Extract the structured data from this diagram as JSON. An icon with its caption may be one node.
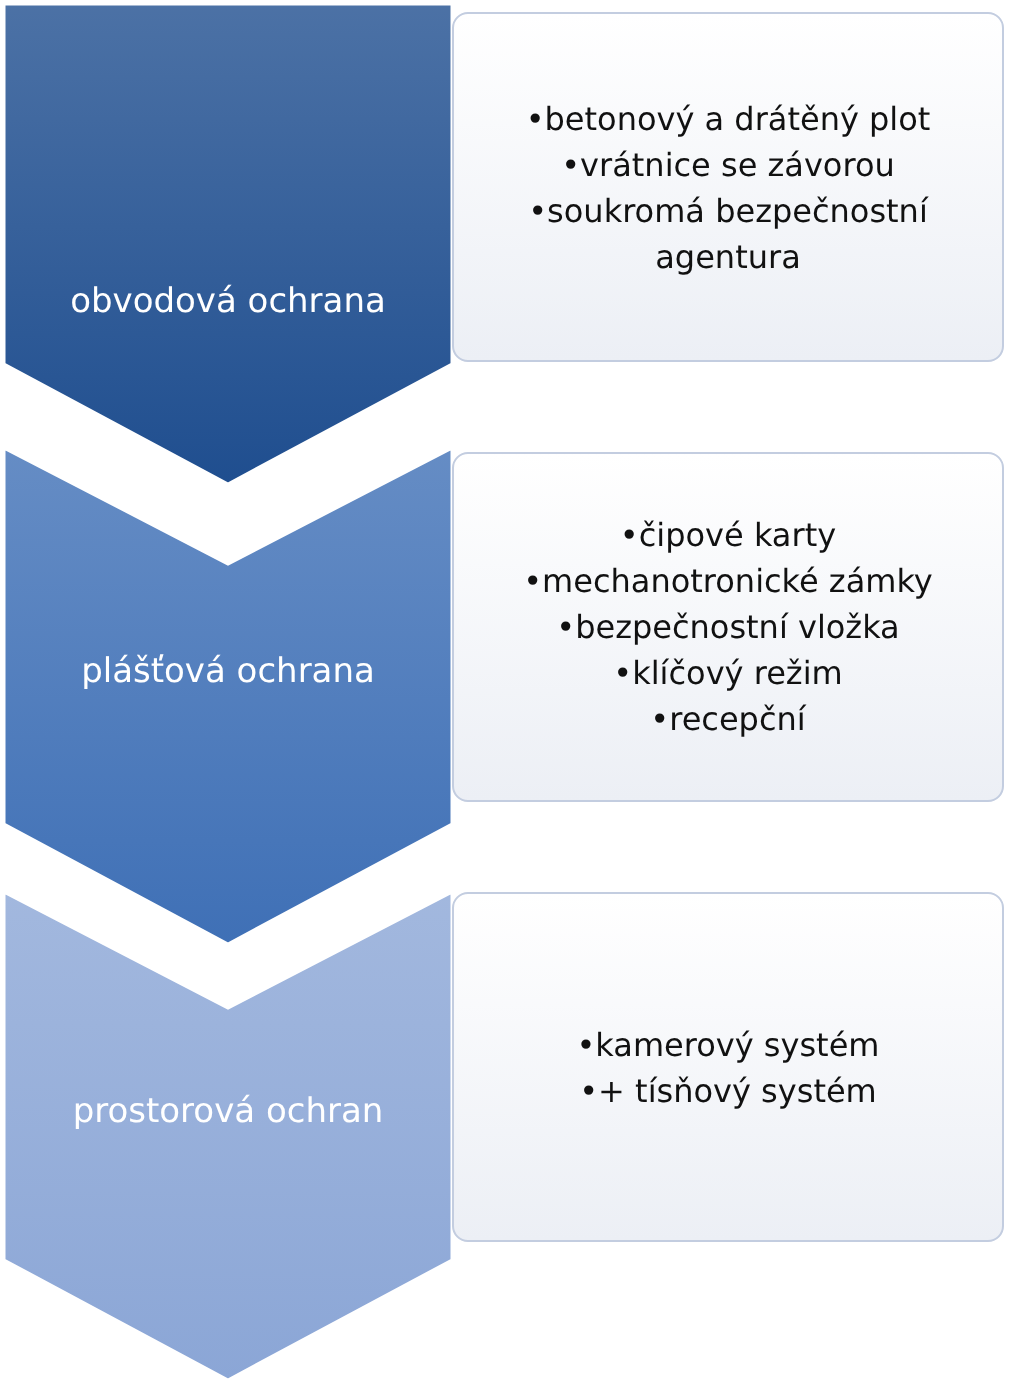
{
  "diagram": {
    "nodes": [
      {
        "text": [
          "obvodová ochrana"
        ]
      },
      {
        "text": [
          "•betonový a drátěný plot",
          "•vrátnice se závorou",
          "•soukromá bezpečnostní agentura"
        ]
      },
      {
        "text": [
          "plášťová ochrana"
        ]
      },
      {
        "text": [
          "•čipové karty",
          "•mechanotronické zámky",
          "•bezpečnostní vložka",
          "•klíčový režim",
          "•recepční"
        ]
      },
      {
        "text": [
          "prostorová ochran"
        ]
      },
      {
        "text": [
          "•kamerový systém",
          "•+ tísňový systém"
        ]
      }
    ]
  }
}
